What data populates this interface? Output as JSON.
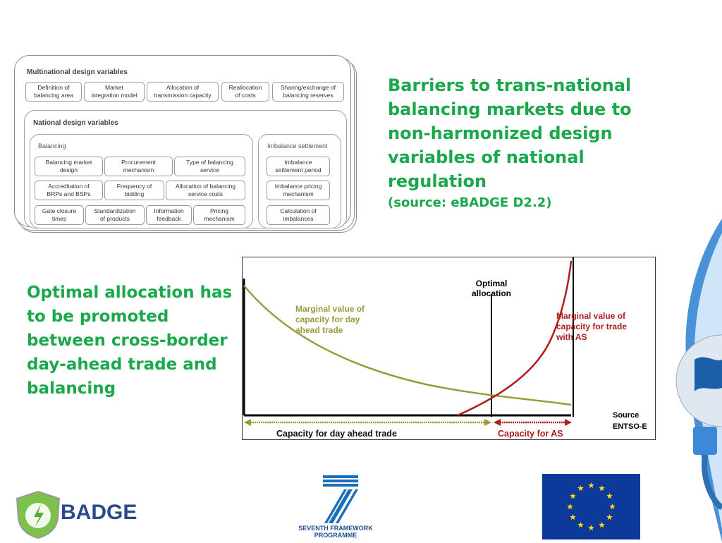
{
  "diagram": {
    "multinational_title": "Multinational design variables",
    "multinational_items": [
      "Definition of\nbalancing area",
      "Market\nintegration model",
      "Allocation of\ntransmission capacity",
      "Reallocation\nof costs",
      "Sharing/exchange of\nbalancing reserves"
    ],
    "national_title": "National design variables",
    "balancing_title": "Balancing",
    "balancing_items": [
      "Balancing market\ndesign",
      "Procurement\nmechanism",
      "Type of balancing\nservice",
      "Accreditation of\nBRPs and BSPs",
      "Frequency of\nbidding",
      "Allocation of balancing\nservice costs",
      "Gate closure\ntimes",
      "Standardization\nof products",
      "Information\nfeedback",
      "Pricing\nmechanism"
    ],
    "imbalance_title": "Imbalance settlement",
    "imbalance_items": [
      "Imbalance\nsettlement period",
      "Imbalance pricing\nmechanism",
      "Calculation of\nimbalances"
    ]
  },
  "text": {
    "barriers": "Barriers to trans-national balancing markets due to non-harmonized design variables of national regulation",
    "barriers_source": "(source: eBADGE D2.2)",
    "optimal": "Optimal allocation has to be promoted between cross-border day-ahead trade and balancing"
  },
  "chart_data": {
    "type": "line",
    "series": [
      {
        "name": "Marginal value of capacity for day ahead trade",
        "color": "#9a9a3a"
      },
      {
        "name": "Marginal value of capacity for trade with AS",
        "color": "#b01c1c"
      }
    ],
    "annotations": {
      "optimal": "Optimal\nallocation",
      "day_ahead_label": "Marginal value of\ncapacity for day\nahead trade",
      "as_label": "Marginal value of\ncapacity for trade\nwith AS",
      "x_day_ahead": "Capacity for day ahead trade",
      "x_as": "Capacity for AS"
    },
    "source": "Source\nENTSO-E"
  },
  "logos": {
    "badge": "BADGE",
    "fp7": "SEVENTH FRAMEWORK\nPROGRAMME"
  },
  "colors": {
    "green": "#1aa84a",
    "olive": "#9a9a3a",
    "red": "#b01c1c",
    "eu_blue": "#0d3a9a",
    "eu_star": "#ffdd00"
  }
}
